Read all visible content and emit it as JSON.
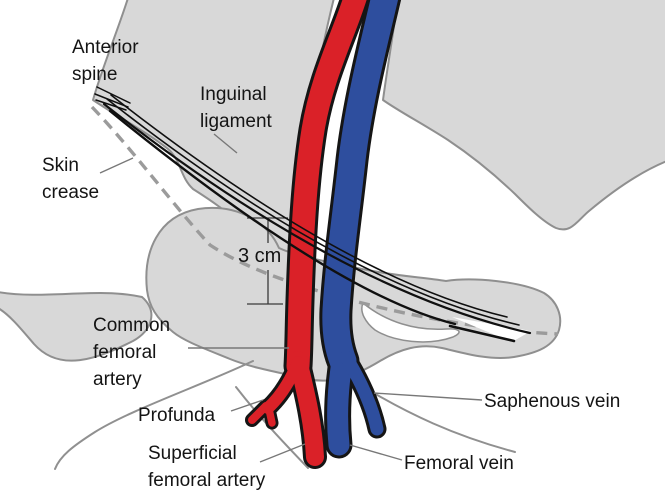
{
  "labels": {
    "anterior_spine": {
      "lines": [
        "Anterior",
        "spine"
      ]
    },
    "inguinal_ligament": {
      "lines": [
        "Inguinal",
        "ligament"
      ]
    },
    "skin_crease": {
      "lines": [
        "Skin",
        "crease"
      ]
    },
    "common_femoral_artery": {
      "lines": [
        "Common",
        "femoral",
        "artery"
      ]
    },
    "profunda": {
      "lines": [
        "Profunda"
      ]
    },
    "superficial_femoral_artery": {
      "lines": [
        "Superficial",
        "femoral artery"
      ]
    },
    "saphenous_vein": {
      "lines": [
        "Saphenous vein"
      ]
    },
    "femoral_vein": {
      "lines": [
        "Femoral vein"
      ]
    },
    "measurement_3cm": "3 cm"
  },
  "colors": {
    "artery_red": "#da2128",
    "vein_blue": "#2e4e9e",
    "bone_gray": "#d8d8d8",
    "bone_outline_gray": "#8f8f8f",
    "vessel_outline": "#151515",
    "ligament_black": "#101010",
    "dashed_line_gray": "#9b9b9b",
    "pointer_line_gray": "#787878",
    "text_black": "#141414",
    "background_white": "#ffffff"
  }
}
